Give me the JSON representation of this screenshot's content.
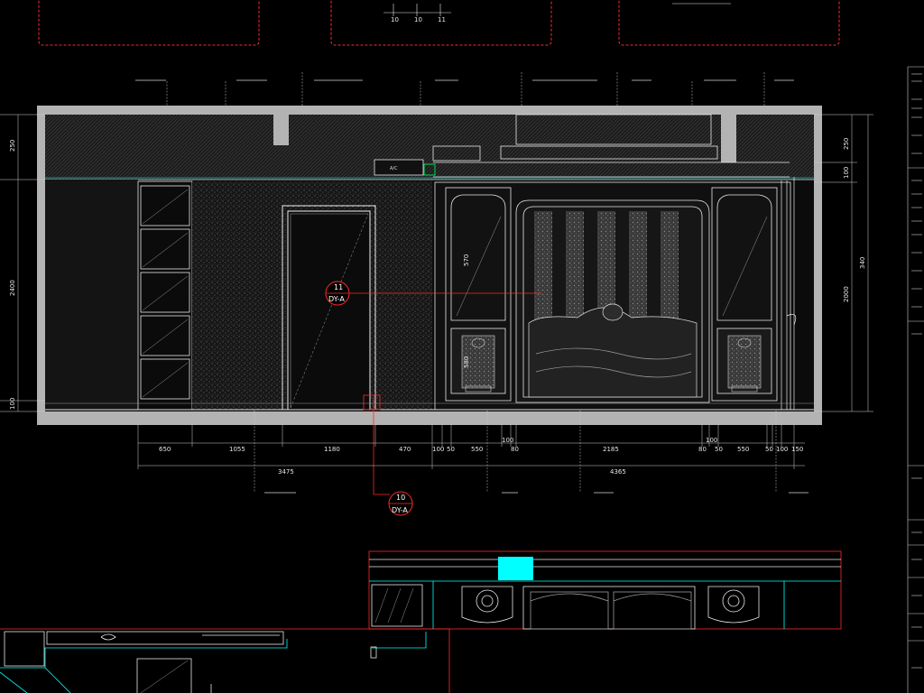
{
  "colors": {
    "background": "#000000",
    "frame": "#b8b8b8",
    "cyan": "#00ffff",
    "red": "#ff2a2a",
    "line": "#e8e8e8",
    "grey": "#7d7d7d"
  },
  "top_tick_labels": [
    "10",
    "10",
    "11"
  ],
  "wall_tag": "A/C",
  "dims_bottom_row1": [
    "650",
    "1055",
    "1180",
    "470",
    "100",
    "50",
    "550",
    "100",
    "80",
    "2185",
    "80",
    "100",
    "50",
    "550",
    "50",
    "100",
    "150"
  ],
  "dims_bottom_row2": [
    "3475",
    "4365"
  ],
  "dims_left": [
    "250",
    "2400",
    "100"
  ],
  "dims_right": [
    "250",
    "100",
    "2000",
    "340"
  ],
  "callout_door": {
    "number": "11",
    "sheet": "DY-A"
  },
  "callout_bottom": {
    "number": "10",
    "sheet": "DY-A"
  },
  "panel_dims": [
    "570",
    "580"
  ]
}
